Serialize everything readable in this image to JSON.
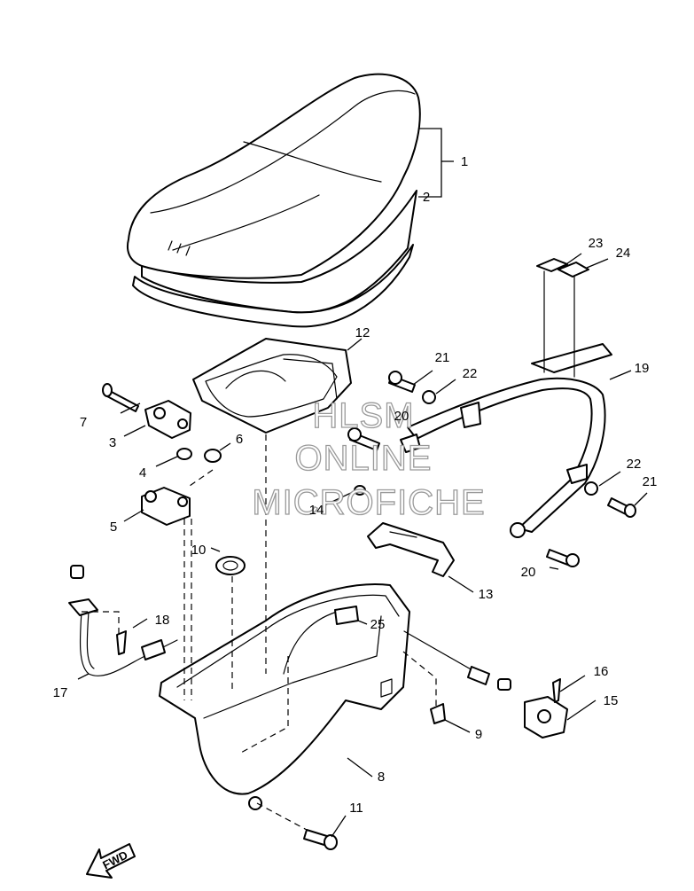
{
  "diagram": {
    "callouts": [
      "1",
      "2",
      "3",
      "4",
      "5",
      "6",
      "7",
      "8",
      "9",
      "10",
      "11",
      "12",
      "13",
      "14",
      "15",
      "16",
      "17",
      "18",
      "19",
      "20",
      "20",
      "21",
      "21",
      "22",
      "22",
      "23",
      "24",
      "25"
    ],
    "direction_label": "FWD",
    "watermark": [
      "HLSM",
      "ONLINE",
      "MICROFICHE"
    ]
  }
}
